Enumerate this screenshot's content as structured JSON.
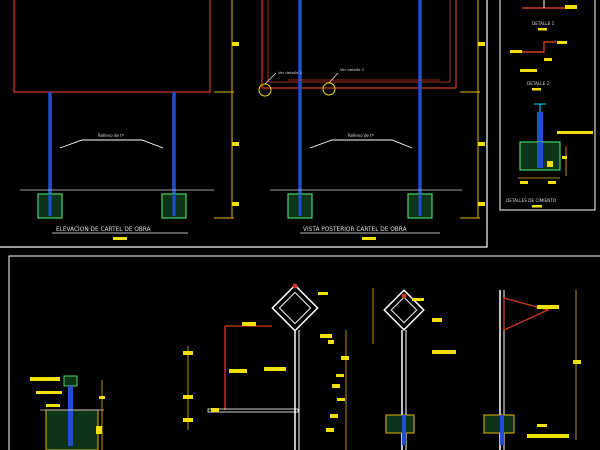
{
  "views": {
    "front_elevation": {
      "title": "ELEVACION DE CARTEL DE OBRA",
      "callout": "Relleno de tº"
    },
    "rear_view": {
      "title": "VISTA POSTERIOR CARTEL DE OBRA",
      "callout": "Relleno de tº",
      "weld_left": "Ver detalle 1",
      "weld_right": "Ver detalle 2"
    },
    "details": {
      "detail1": "DETALLE 1",
      "detail2": "DETALLE 2",
      "foundation": "DETALLES DE CIMIENTO"
    }
  },
  "colors": {
    "background": "#000000",
    "frame": "#ffffff",
    "board_outline": "#d23a1e",
    "post": "#1f4fd0",
    "dimension": "#e8b400",
    "label_box": "#f2e000",
    "foundation": "#4fd06a",
    "highlight": "#00e0ff"
  }
}
